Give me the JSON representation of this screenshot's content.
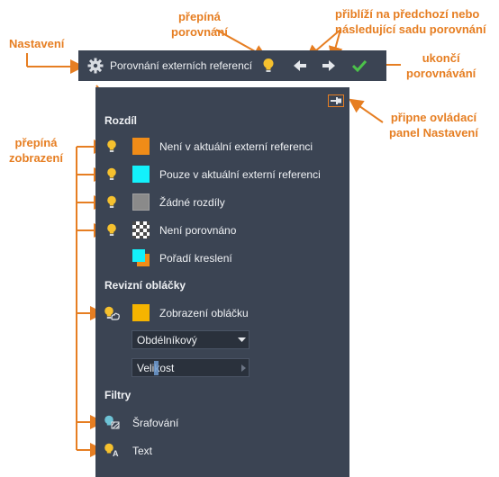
{
  "callouts": {
    "nastaveni": "Nastavení",
    "prepina_porovnani": [
      "přepíná",
      "porovnání"
    ],
    "priblizi": [
      "přiblíží na předchozí nebo",
      "následující sadu porovnání"
    ],
    "ukonci": [
      "ukončí",
      "porovnávání"
    ],
    "pripne": [
      "připne ovládací",
      "panel Nastavení"
    ],
    "prepina_zobrazeni": [
      "přepíná",
      "zobrazení"
    ]
  },
  "toolbar": {
    "title": "Porovnání externích referencí"
  },
  "panel": {
    "rozdil_header": "Rozdíl",
    "rows": [
      {
        "label": "Není v aktuální externí referenci",
        "color": "#f08c18"
      },
      {
        "label": "Pouze v aktuální externí referenci",
        "color": "#13f1fb"
      },
      {
        "label": "Žádné rozdíly",
        "color": "#8a8a8a"
      },
      {
        "label": "Není porovnáno",
        "color": "checker"
      },
      {
        "label": "Pořadí kreslení",
        "color": "#13f1fb"
      }
    ],
    "revize_header": "Revizní obláčky",
    "cloud_label": "Zobrazení obláčku",
    "cloud_color": "#f5b400",
    "shape_dropdown": "Obdélníkový",
    "size_dropdown": "Velikost",
    "filtry_header": "Filtry",
    "filters": [
      "Šrafování",
      "Text"
    ]
  },
  "colors": {
    "accent": "#e67e22",
    "panel_bg": "#3b4453",
    "bulb": "#f6c12e",
    "check": "#4cc24a"
  }
}
